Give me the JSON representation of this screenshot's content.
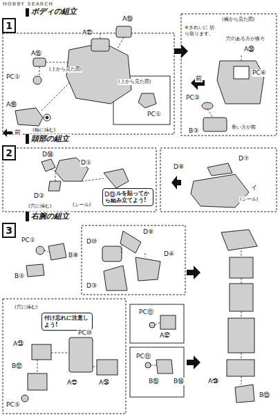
{
  "diagram": {
    "nodes": [
      {
        "text": [
          "1",
          "ボディの組立"
        ]
      },
      {
        "text": [
          "2",
          "頭部の組立"
        ]
      },
      {
        "text": [
          "シールを貼ってから組み立てよう!"
        ]
      },
      {
        "text": [
          "3",
          "右腕の組立"
        ]
      },
      {
        "text": [
          "付け忘れに注意しよう!"
        ]
      }
    ],
    "labels": [
      "HOBBY SEARCH",
      "A⑮",
      "PC①",
      "(上から見た図)",
      "A⑱",
      "(軸に挿む)",
      "前",
      "A㉛",
      "A⑲",
      "(上から見た図)",
      "PC①",
      "(横から見た図)",
      "※きれいに 切り取ります。",
      "穴のある方が後ろ",
      "A㉚",
      "PC⑥",
      "前",
      "PC②",
      "B③",
      "長い方が前",
      "D⑭",
      "D①",
      "D⑬",
      "D②",
      "(穴に挿む)",
      "(シール)",
      "D⑧",
      "D⑦",
      "イ",
      "(シール)",
      "PC①",
      "B⑧",
      "B⑤",
      "D⑩",
      "D⑨",
      "D④",
      "D③",
      "(穴に挿む)",
      "PC⑩",
      "A㉓",
      "A㉒",
      "A㉖",
      "B⑫",
      "PC⑤",
      "PC⑪",
      "A㉜",
      "PC⑪",
      "B⑮",
      "B⑭",
      "A㉘",
      "B⑬"
    ]
  }
}
